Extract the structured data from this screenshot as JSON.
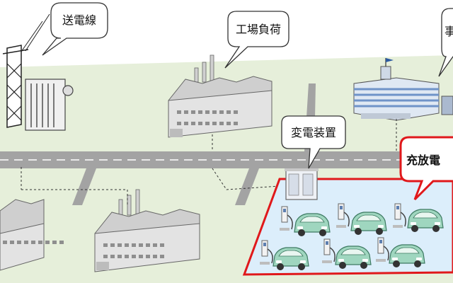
{
  "callouts": {
    "transmission_line": "送電線",
    "factory_load": "工場負荷",
    "office_partial": "事",
    "substation_equipment": "変電装置",
    "charge_discharge_partial": "充放電"
  },
  "colors": {
    "ground": "#e6efda",
    "road": "#a3a3a3",
    "road_line": "#ffffff",
    "lot_fill": "#dceefb",
    "lot_border": "#e0181b",
    "car_body": "#9fd6bf",
    "building_roof": "#cfcfcf",
    "building_wall": "#e3e3e3",
    "office_glass": "#6f93c8"
  }
}
